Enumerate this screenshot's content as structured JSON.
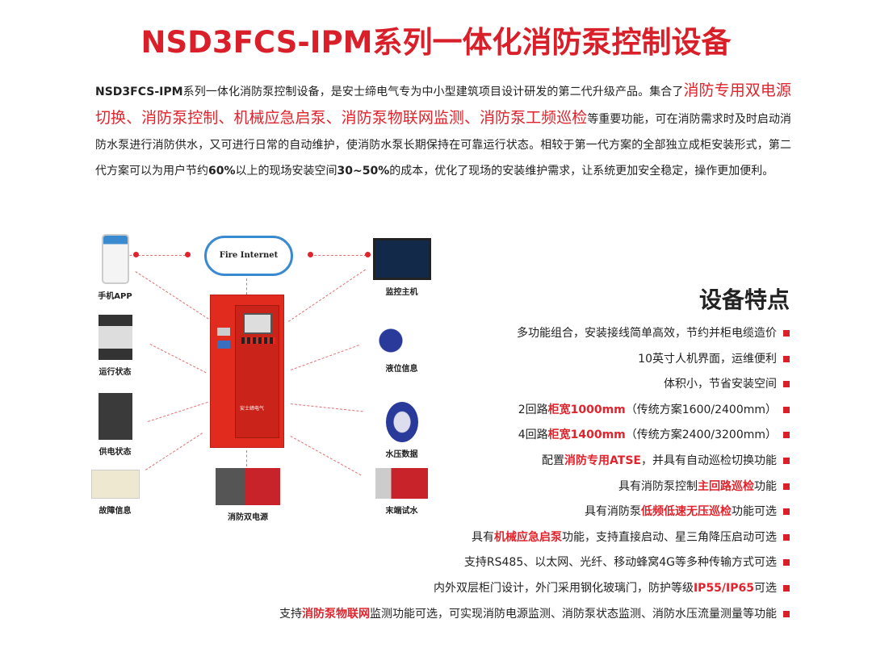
{
  "title": "NSD3FCS-IPM系列一体化消防泵控制设备",
  "intro": [
    {
      "t": "NSD3FCS-IPM",
      "red": false,
      "bold": true
    },
    {
      "t": "系列一体化消防泵控制设备，是安士缔电气专为中小型建筑项目设计研发的第二代升级产品。集合了",
      "red": false
    },
    {
      "t": "消防专用双电源切换、消防泵控制、机械应急启泵、消防泵物联网监测、消防泵工频巡检",
      "red": true
    },
    {
      "t": "等重要功能，可在消防需求时及时启动消防水泵进行消防供水，又可进行日常的自动维护，使消防水泵长期保持在可靠运行状态。相较于第一代方案的全部独立成柜安装形式，第二代方案可以为用户节约",
      "red": false
    },
    {
      "t": "60%",
      "red": false,
      "bold": true
    },
    {
      "t": "以上的现场安装空间",
      "red": false
    },
    {
      "t": "30~50%",
      "red": false,
      "bold": true
    },
    {
      "t": "的成本，优化了现场的安装维护需求，让系统更加安全稳定，操作更加便利。",
      "red": false
    }
  ],
  "diagram": {
    "cloud": "Fire Internet",
    "items": {
      "app": "手机APP",
      "run": "运行状态",
      "power": "供电状态",
      "fault": "故障信息",
      "dual": "消防双电源",
      "monitor": "监控主机",
      "level": "液位信息",
      "pressure": "水压数据",
      "test": "末端试水"
    },
    "cabinet_logo": "安士缔电气"
  },
  "features_title": "设备特点",
  "features": [
    [
      {
        "t": "多功能组合，安装接线简单高效，节约并柜电缆造价"
      }
    ],
    [
      {
        "t": "10英寸人机界面，运维便利"
      }
    ],
    [
      {
        "t": "体积小，节省安装空间"
      }
    ],
    [
      {
        "t": "2回路"
      },
      {
        "t": "柜宽1000mm",
        "red": true
      },
      {
        "t": "（传统方案1600/2400mm）"
      }
    ],
    [
      {
        "t": "4回路"
      },
      {
        "t": "柜宽1400mm",
        "red": true
      },
      {
        "t": "（传统方案2400/3200mm）"
      }
    ],
    [
      {
        "t": "配置"
      },
      {
        "t": "消防专用ATSE",
        "red": true
      },
      {
        "t": "，并具有自动巡检切换功能"
      }
    ],
    [
      {
        "t": "具有消防泵控制"
      },
      {
        "t": "主回路巡检",
        "red": true
      },
      {
        "t": "功能"
      }
    ],
    [
      {
        "t": "具有消防泵"
      },
      {
        "t": "低频低速无压巡检",
        "red": true
      },
      {
        "t": "功能可选"
      }
    ],
    [
      {
        "t": "具有"
      },
      {
        "t": "机械应急启泵",
        "red": true
      },
      {
        "t": "功能，支持直接启动、星三角降压启动可选"
      }
    ],
    [
      {
        "t": "支持RS485、以太网、光纤、移动蜂窝4G等多种传输方式可选"
      }
    ],
    [
      {
        "t": "内外双层柜门设计，外门采用钢化玻璃门，防护等级"
      },
      {
        "t": "IP55/IP65",
        "red": true
      },
      {
        "t": "可选"
      }
    ],
    [
      {
        "t": "支持"
      },
      {
        "t": "消防泵物联网",
        "red": true
      },
      {
        "t": "监测功能可选，可实现消防电源监测、消防泵状态监测、消防水压流量测量等功能"
      }
    ]
  ],
  "colors": {
    "accent": "#d9202a",
    "cabinet": "#e12b1e"
  }
}
